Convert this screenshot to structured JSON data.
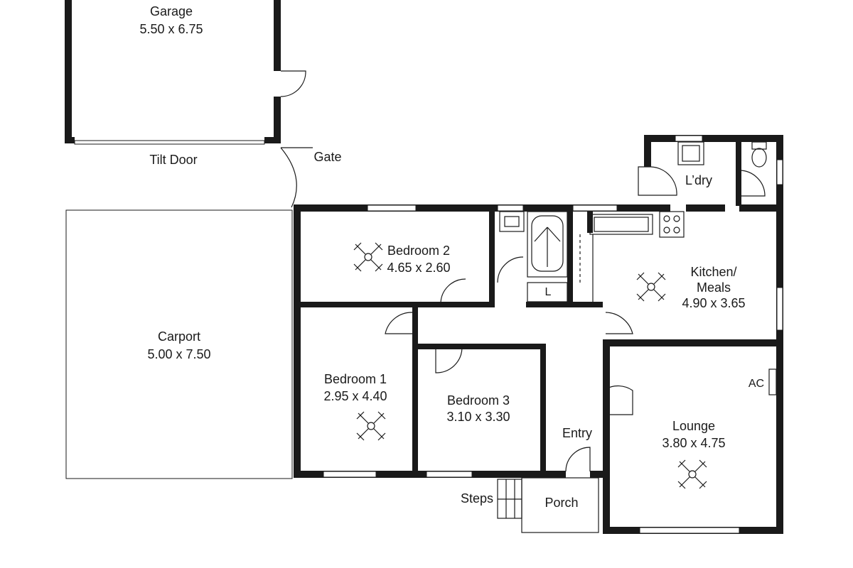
{
  "rooms": {
    "garage": {
      "name": "Garage",
      "dims": "5.50 x 6.75"
    },
    "carport": {
      "name": "Carport",
      "dims": "5.00 x 7.50"
    },
    "bedroom2": {
      "name": "Bedroom 2",
      "dims": "4.65 x 2.60"
    },
    "bedroom1": {
      "name": "Bedroom 1",
      "dims": "2.95 x 4.40"
    },
    "bedroom3": {
      "name": "Bedroom 3",
      "dims": "3.10 x 3.30"
    },
    "kitchen": {
      "name_line1": "Kitchen/",
      "name_line2": "Meals",
      "dims": "4.90 x 3.65"
    },
    "lounge": {
      "name": "Lounge",
      "dims": "3.80 x 4.75"
    },
    "laundry": {
      "name": "L’dry"
    },
    "entry": {
      "name": "Entry"
    },
    "porch": {
      "name": "Porch"
    }
  },
  "labels": {
    "tilt_door": "Tilt Door",
    "gate": "Gate",
    "steps": "Steps",
    "linen": "L",
    "ac": "AC"
  }
}
